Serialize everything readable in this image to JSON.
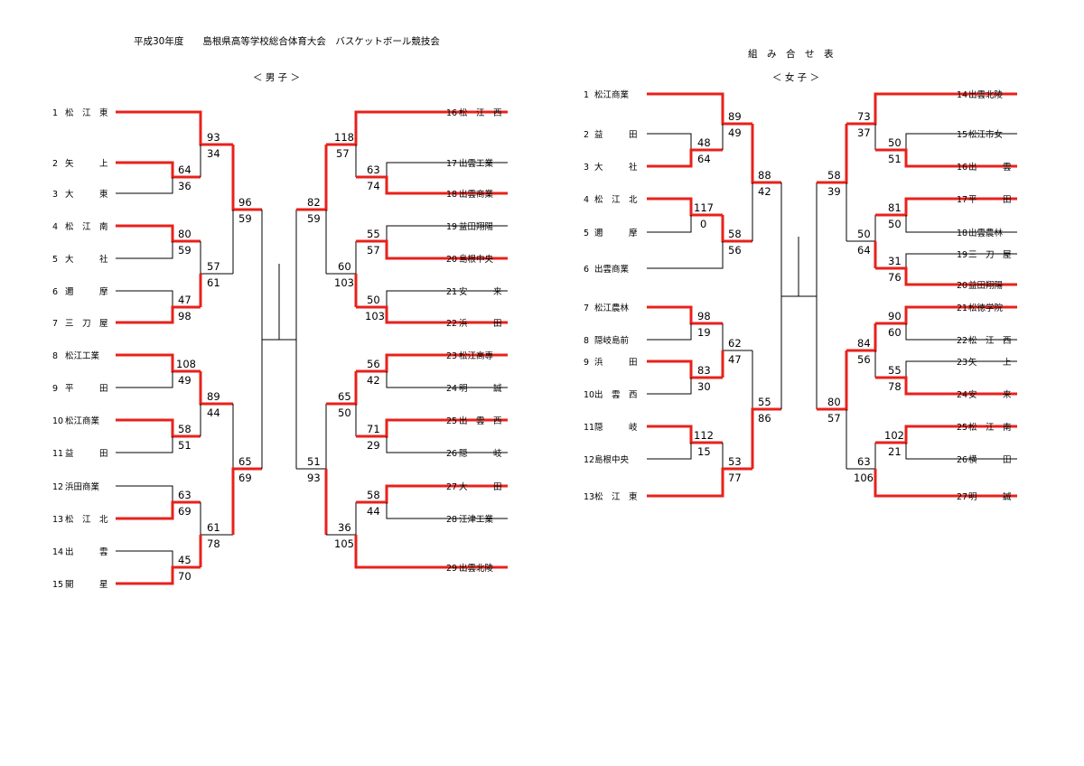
{
  "header": {
    "title": "平成30年度　　島根県高等学校総合体育大会　バスケットボール競技会",
    "table_title": "組　み　合　せ　表",
    "men_label": "＜ 男 子 ＞",
    "women_label": "＜ 女 子 ＞"
  },
  "colors": {
    "winner_line": "#e8211b",
    "line": "#000000"
  },
  "men": {
    "left_teams": [
      {
        "no": "1",
        "name": "松　江　東"
      },
      {
        "no": "2",
        "name": "矢　　　上"
      },
      {
        "no": "3",
        "name": "大　　　東"
      },
      {
        "no": "4",
        "name": "松　江　南"
      },
      {
        "no": "5",
        "name": "大　　　社"
      },
      {
        "no": "6",
        "name": "邇　　　摩"
      },
      {
        "no": "7",
        "name": "三　刀　屋"
      },
      {
        "no": "8",
        "name": "松江工業"
      },
      {
        "no": "9",
        "name": "平　　　田"
      },
      {
        "no": "10",
        "name": "松江商業"
      },
      {
        "no": "11",
        "name": "益　　　田"
      },
      {
        "no": "12",
        "name": "浜田商業"
      },
      {
        "no": "13",
        "name": "松　江　北"
      },
      {
        "no": "14",
        "name": "出　　　雲"
      },
      {
        "no": "15",
        "name": "開　　　星"
      }
    ],
    "right_teams": [
      {
        "no": "16",
        "name": "松　江　西"
      },
      {
        "no": "17",
        "name": "出雲工業"
      },
      {
        "no": "18",
        "name": "出雲商業"
      },
      {
        "no": "19",
        "name": "益田翔陽"
      },
      {
        "no": "20",
        "name": "島根中央"
      },
      {
        "no": "21",
        "name": "安　　　来"
      },
      {
        "no": "22",
        "name": "浜　　　田"
      },
      {
        "no": "23",
        "name": "松江高専"
      },
      {
        "no": "24",
        "name": "明　　　誠"
      },
      {
        "no": "25",
        "name": "出　雲　西"
      },
      {
        "no": "26",
        "name": "隠　　　岐"
      },
      {
        "no": "27",
        "name": "大　　　田"
      },
      {
        "no": "28",
        "name": "江津工業"
      },
      {
        "no": "29",
        "name": "出雲北陵"
      }
    ],
    "scores": {
      "m23_a": "64",
      "m23_b": "36",
      "m45_a": "80",
      "m45_b": "59",
      "m67_a": "47",
      "m67_b": "98",
      "m89_a": "108",
      "m89_b": "49",
      "m1011_a": "58",
      "m1011_b": "51",
      "m1213_a": "63",
      "m1213_b": "69",
      "m1415_a": "45",
      "m1415_b": "70",
      "r2_1_a": "93",
      "r2_1_b": "34",
      "r2_2_a": "57",
      "r2_2_b": "61",
      "r2_3_a": "89",
      "r2_3_b": "44",
      "r2_4_a": "61",
      "r2_4_b": "78",
      "r3_1_a": "96",
      "r3_1_b": "59",
      "r3_2_a": "65",
      "r3_2_b": "69",
      "m1718_a": "63",
      "m1718_b": "74",
      "m1920_a": "55",
      "m1920_b": "57",
      "m2122_a": "50",
      "m2122_b": "103",
      "m2324_a": "56",
      "m2324_b": "42",
      "m2526_a": "71",
      "m2526_b": "29",
      "m2728_a": "58",
      "m2728_b": "44",
      "rr2_1_a": "118",
      "rr2_1_b": "57",
      "rr2_2_a": "60",
      "rr2_2_b": "103",
      "rr2_3_a": "65",
      "rr2_3_b": "50",
      "rr2_4_a": "36",
      "rr2_4_b": "105",
      "rr3_1_a": "82",
      "rr3_1_b": "59",
      "rr3_2_a": "51",
      "rr3_2_b": "93"
    }
  },
  "women": {
    "left_teams": [
      {
        "no": "1",
        "name": "松江商業"
      },
      {
        "no": "2",
        "name": "益　　　田"
      },
      {
        "no": "3",
        "name": "大　　　社"
      },
      {
        "no": "4",
        "name": "松　江　北"
      },
      {
        "no": "5",
        "name": "邇　　　摩"
      },
      {
        "no": "6",
        "name": "出雲商業"
      },
      {
        "no": "7",
        "name": "松江農林"
      },
      {
        "no": "8",
        "name": "隠岐島前"
      },
      {
        "no": "9",
        "name": "浜　　　田"
      },
      {
        "no": "10",
        "name": "出　雲　西"
      },
      {
        "no": "11",
        "name": "隠　　　岐"
      },
      {
        "no": "12",
        "name": "島根中央"
      },
      {
        "no": "13",
        "name": "松　江　東"
      }
    ],
    "right_teams": [
      {
        "no": "14",
        "name": "出雲北陵"
      },
      {
        "no": "15",
        "name": "松江市女"
      },
      {
        "no": "16",
        "name": "出　　　雲"
      },
      {
        "no": "17",
        "name": "平　　　田"
      },
      {
        "no": "18",
        "name": "出雲農林"
      },
      {
        "no": "19",
        "name": "三　刀　屋"
      },
      {
        "no": "20",
        "name": "益田翔陽"
      },
      {
        "no": "21",
        "name": "松徳学院"
      },
      {
        "no": "22",
        "name": "松　江　西"
      },
      {
        "no": "23",
        "name": "矢　　　上"
      },
      {
        "no": "24",
        "name": "安　　　来"
      },
      {
        "no": "25",
        "name": "松　江　南"
      },
      {
        "no": "26",
        "name": "横　　　田"
      },
      {
        "no": "27",
        "name": "明　　　誠"
      }
    ],
    "scores": {
      "w23_a": "48",
      "w23_b": "64",
      "w45_a": "117",
      "w45_b": "0",
      "w78_a": "98",
      "w78_b": "19",
      "w910_a": "83",
      "w910_b": "30",
      "w1112_a": "112",
      "w1112_b": "15",
      "w_r2_1_a": "89",
      "w_r2_1_b": "49",
      "w_r2_2_a": "58",
      "w_r2_2_b": "56",
      "w_r2_3_a": "62",
      "w_r2_3_b": "47",
      "w_r2_4_a": "53",
      "w_r2_4_b": "77",
      "w_r3_1_a": "88",
      "w_r3_1_b": "42",
      "w_r3_2_a": "55",
      "w_r3_2_b": "86",
      "w1516_a": "50",
      "w1516_b": "51",
      "w1718_a": "81",
      "w1718_b": "50",
      "w1920_a": "31",
      "w1920_b": "76",
      "w2122_a": "90",
      "w2122_b": "60",
      "w2324_a": "55",
      "w2324_b": "78",
      "w2526_a": "102",
      "w2526_b": "21",
      "wr_r2_1_a": "73",
      "wr_r2_1_b": "37",
      "wr_r2_2_a": "50",
      "wr_r2_2_b": "64",
      "wr_r2_3_a": "84",
      "wr_r2_3_b": "56",
      "wr_r2_4_a": "63",
      "wr_r2_4_b": "106",
      "wr_r3_1_a": "58",
      "wr_r3_1_b": "39",
      "wr_r3_2_a": "80",
      "wr_r3_2_b": "57"
    }
  }
}
